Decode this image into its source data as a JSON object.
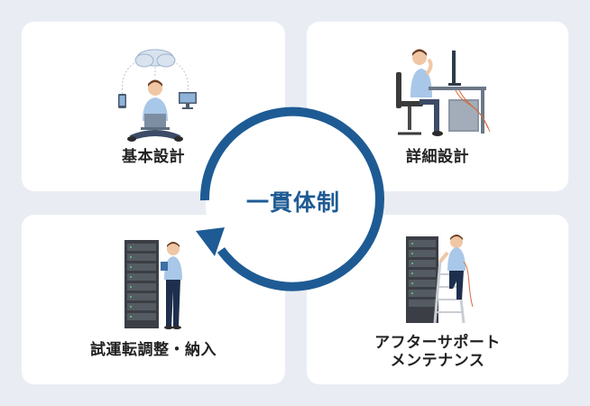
{
  "center": {
    "title": "一貫体制"
  },
  "steps": [
    {
      "label": "基本設計"
    },
    {
      "label": "詳細設計"
    },
    {
      "label": "試運転調整・納入"
    },
    {
      "label_line1": "アフターサポート",
      "label_line2": "メンテナンス"
    }
  ],
  "colors": {
    "accent": "#1e5b94",
    "card": "#ffffff",
    "background": "#e9edf3"
  },
  "icons": [
    "cloud-icon",
    "laptop-icon",
    "monitor-icon",
    "phone-icon",
    "server-rack-icon"
  ]
}
